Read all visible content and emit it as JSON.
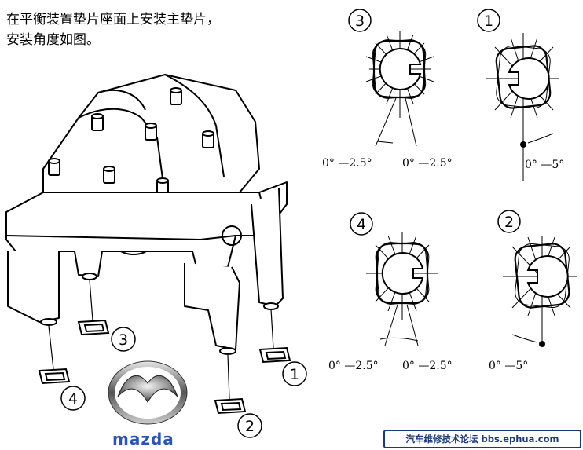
{
  "instruction": {
    "line1": "在平衡装置垫片座面上安装主垫片，",
    "line2": "安装角度如图。"
  },
  "callouts": {
    "c1": "1",
    "c2": "2",
    "c3": "3",
    "c4": "4"
  },
  "shims": [
    {
      "id": "3",
      "left_angle": "0° —2.5°",
      "right_angle": "0° —2.5°"
    },
    {
      "id": "1",
      "angle": "0° —5°"
    },
    {
      "id": "4",
      "left_angle": "0° —2.5°",
      "right_angle": "0° —2.5°"
    },
    {
      "id": "2",
      "angle": "0° —5°"
    }
  ],
  "logo": {
    "brand": "mazda"
  },
  "watermark": {
    "text": "汽车维修技术论坛 bbs.ephua.com"
  },
  "colors": {
    "line": "#000000",
    "logo_blue": "#2a55b8",
    "watermark": "#1a3a7a"
  }
}
